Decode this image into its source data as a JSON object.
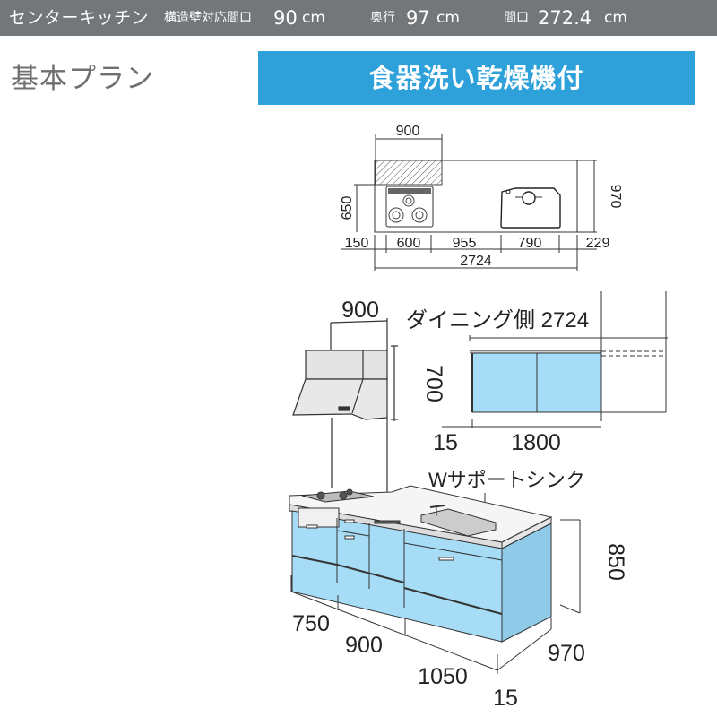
{
  "header": {
    "title": "センターキッチン",
    "structure_label": "構造壁対応間口",
    "structure_value": "90",
    "structure_unit": "cm",
    "depth_label": "奥行",
    "depth_value": "97",
    "depth_unit": "cm",
    "width_label": "間口",
    "width_value": "272.4",
    "width_unit": "cm"
  },
  "plan_label": "基本プラン",
  "feature_banner": "食器洗い乾燥機付",
  "colors": {
    "header_bg": "#747779",
    "banner_bg": "#2ea1da",
    "cabinet_blue": "#a6dcf5",
    "cabinet_blue_dark": "#8fcbe8",
    "line": "#333333"
  },
  "top_view": {
    "hood_width": "900",
    "left_depth": "650",
    "right_depth": "970",
    "segments": [
      "150",
      "600",
      "955",
      "790",
      "229"
    ],
    "total_width": "2724"
  },
  "elevation": {
    "hood_width": "900",
    "hood_height": "700",
    "dining_side_label": "ダイニング側 2724",
    "dining_offset": "15",
    "dining_cabinet_width": "1800"
  },
  "perspective": {
    "sink_label": "Wサポートシンク",
    "height": "850",
    "depth": "970",
    "widths": [
      "750",
      "900",
      "1050"
    ],
    "end_offset": "15"
  }
}
